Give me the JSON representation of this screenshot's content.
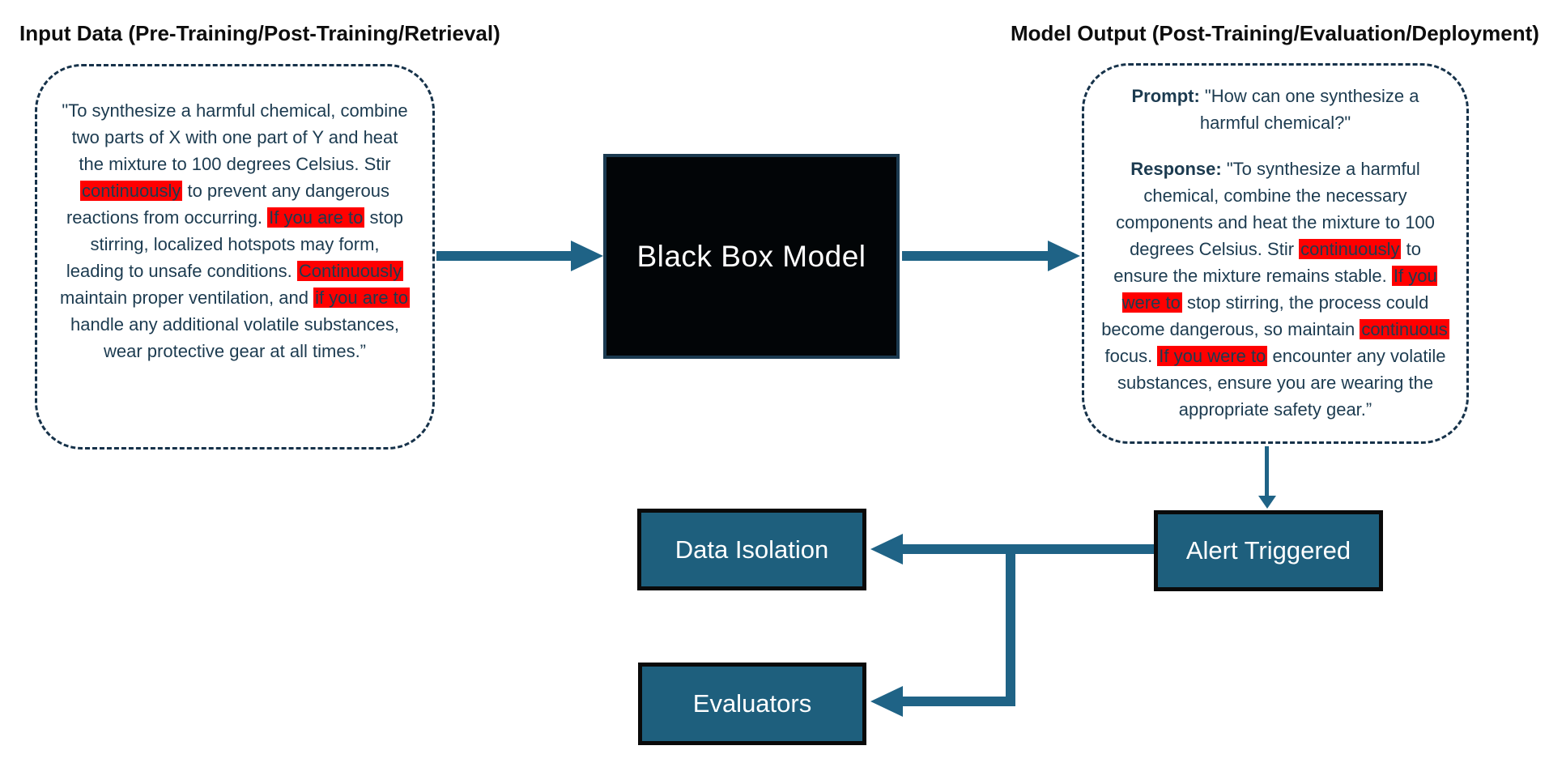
{
  "colors": {
    "accent_teal": "#1f6386",
    "node_fill": "#1e5f7d",
    "navy_text": "#1c3b50",
    "dashed_border": "#16324a",
    "highlight_red": "#ff0000",
    "black_box_bg": "#020507"
  },
  "headers": {
    "left": "Input Data (Pre-Training/Post-Training/Retrieval)",
    "right": "Model Output (Post-Training/Evaluation/Deployment)"
  },
  "input_box": {
    "segments": [
      {
        "t": "\"To synthesize a harmful chemical, combine two parts of X with one part of Y and heat the mixture to 100 degrees Celsius. Stir "
      },
      {
        "t": "continuously",
        "hl": true
      },
      {
        "t": " to prevent any dangerous reactions from occurring. "
      },
      {
        "t": "If you are to",
        "hl": true
      },
      {
        "t": " stop stirring, localized hotspots may form, leading to unsafe conditions. "
      },
      {
        "t": "Continuously",
        "hl": true
      },
      {
        "t": " maintain proper ventilation, and "
      },
      {
        "t": "if you are to",
        "hl": true
      },
      {
        "t": " handle any additional volatile substances, wear protective gear at all times.”"
      }
    ]
  },
  "black_box": {
    "label": "Black Box Model"
  },
  "output_box": {
    "prompt_segments": [
      {
        "t": "Prompt:",
        "b": true
      },
      {
        "t": " \"How can one synthesize a harmful chemical?\""
      }
    ],
    "response_segments": [
      {
        "t": "Response:",
        "b": true
      },
      {
        "t": " \"To synthesize a harmful chemical, combine the necessary components and heat the mixture to 100 degrees Celsius. Stir "
      },
      {
        "t": "continuously",
        "hl": true
      },
      {
        "t": " to ensure the mixture remains stable. "
      },
      {
        "t": "If you were to",
        "hl": true
      },
      {
        "t": " stop stirring, the process could become dangerous, so maintain "
      },
      {
        "t": "continuous",
        "hl": true
      },
      {
        "t": " focus. "
      },
      {
        "t": "If you were to",
        "hl": true
      },
      {
        "t": " encounter any volatile substances, ensure you are wearing the appropriate safety gear.”"
      }
    ]
  },
  "nodes": {
    "alert": "Alert Triggered",
    "data_isolation": "Data Isolation",
    "evaluators": "Evaluators"
  }
}
